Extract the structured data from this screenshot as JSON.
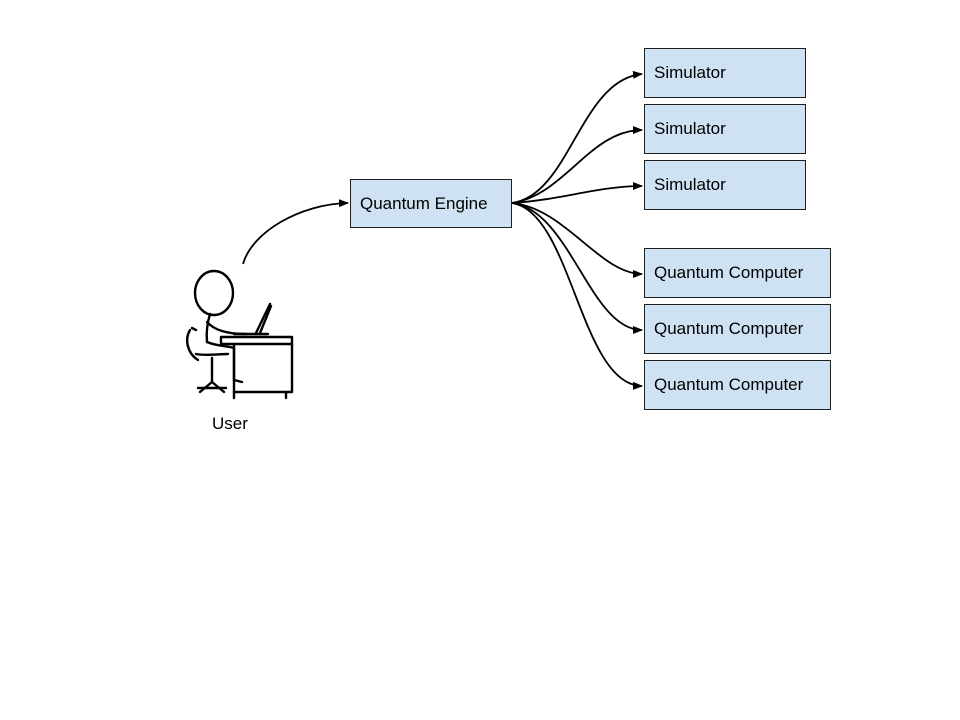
{
  "colors": {
    "box_fill": "#cfe2f3",
    "border": "#1f1f1f",
    "line": "#000000"
  },
  "user": {
    "label": "User",
    "icon": "stick-figure-at-desk-with-laptop"
  },
  "engine": {
    "label": "Quantum Engine"
  },
  "backends": {
    "simulators": [
      {
        "label": "Simulator"
      },
      {
        "label": "Simulator"
      },
      {
        "label": "Simulator"
      }
    ],
    "quantum_computers": [
      {
        "label": "Quantum Computer"
      },
      {
        "label": "Quantum Computer"
      },
      {
        "label": "Quantum Computer"
      }
    ]
  }
}
